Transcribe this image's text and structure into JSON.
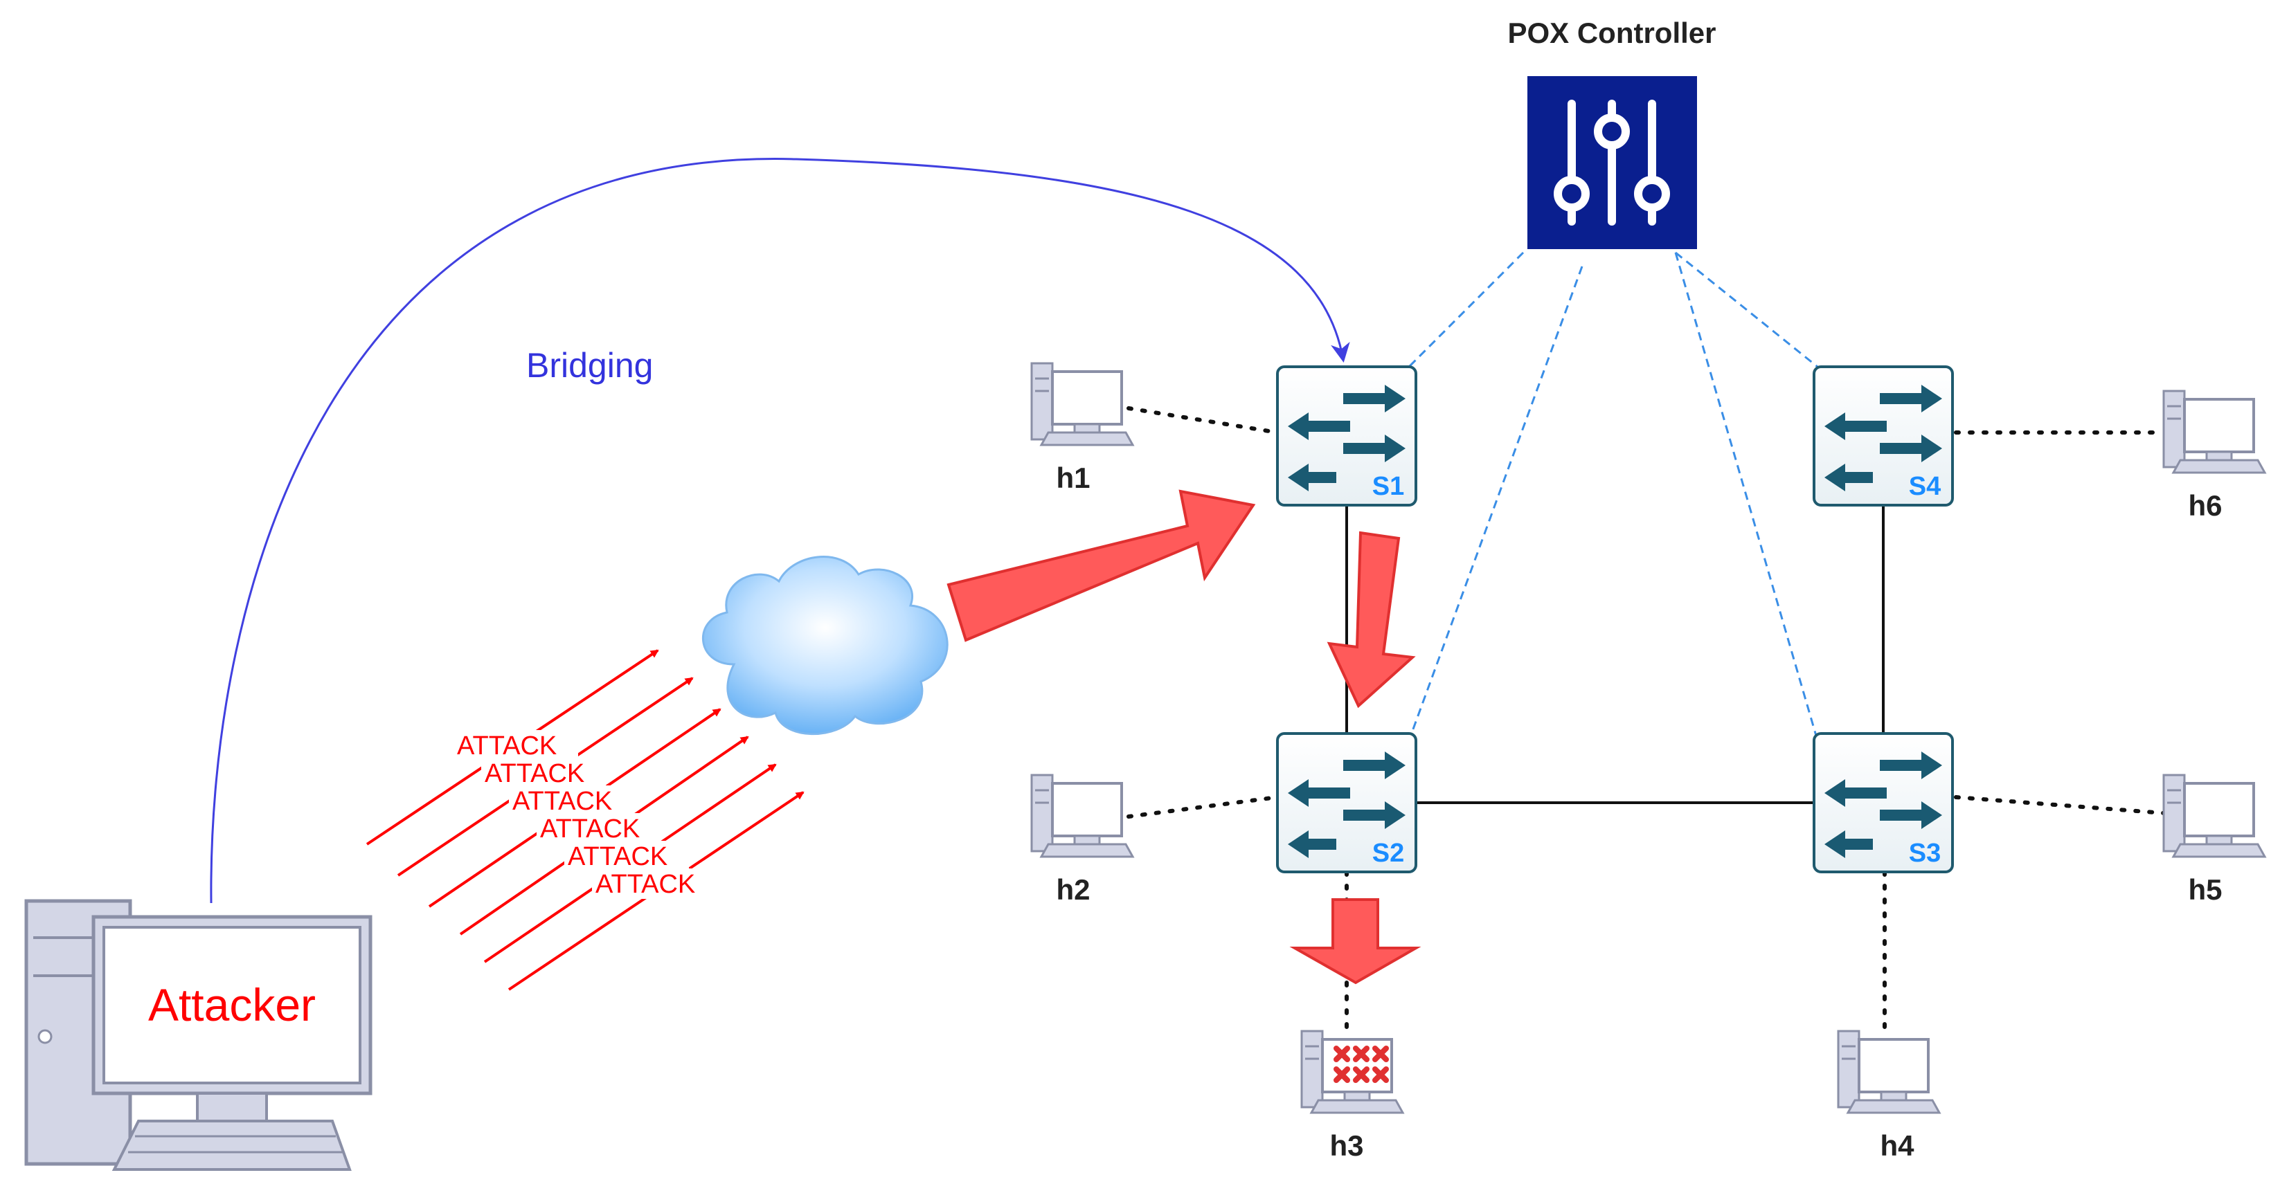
{
  "controller": {
    "label": "POX Controller",
    "color": "#0a1f8f"
  },
  "bridging_label": "Bridging",
  "attacker_label": "Attacker",
  "attack_labels": [
    "ATTACK",
    "ATTACK",
    "ATTACK",
    "ATTACK",
    "ATTACK",
    "ATTACK"
  ],
  "switches": [
    {
      "id": "s1",
      "label": "S1"
    },
    {
      "id": "s2",
      "label": "S2"
    },
    {
      "id": "s3",
      "label": "S3"
    },
    {
      "id": "s4",
      "label": "S4"
    }
  ],
  "hosts": [
    {
      "id": "h1",
      "label": "h1"
    },
    {
      "id": "h2",
      "label": "h2"
    },
    {
      "id": "h3",
      "label": "h3"
    },
    {
      "id": "h4",
      "label": "h4"
    },
    {
      "id": "h5",
      "label": "h6"
    },
    {
      "id": "h6",
      "label": "h5"
    }
  ],
  "colors": {
    "attack": "#ff0000",
    "flow_arrow": "#ff5a5a",
    "bridging": "#4040e0",
    "controller_link": "#3a8ee6",
    "switch_border": "#1f5a6e",
    "switch_arrow": "#1a5a72",
    "switch_label": "#1a8cff"
  }
}
